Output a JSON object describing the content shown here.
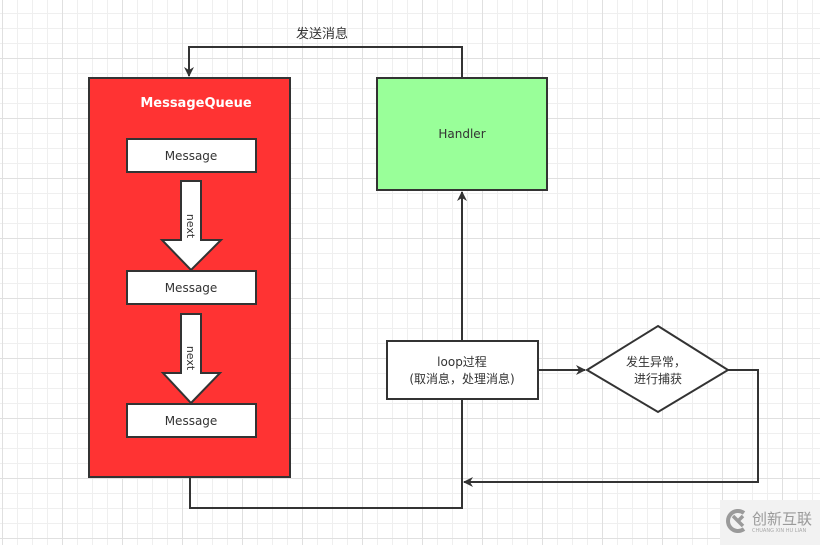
{
  "diagram": {
    "edge_send_label": "发送消息",
    "queue": {
      "title": "MessageQueue",
      "fill": "#ff3333",
      "messages": [
        "Message",
        "Message",
        "Message"
      ],
      "arrow_labels": [
        "next",
        "next"
      ]
    },
    "handler": {
      "label": "Handler",
      "fill": "#99ff99"
    },
    "loop": {
      "line1": "loop过程",
      "line2": "(取消息，处理消息)"
    },
    "decision": {
      "line1": "发生异常，",
      "line2": "进行捕获"
    },
    "stroke_color": "#333333"
  },
  "watermark": {
    "icon": "chuangxin-logo-icon",
    "text_cn": "创新互联",
    "text_en": "CHUANG XIN HU LIAN"
  }
}
